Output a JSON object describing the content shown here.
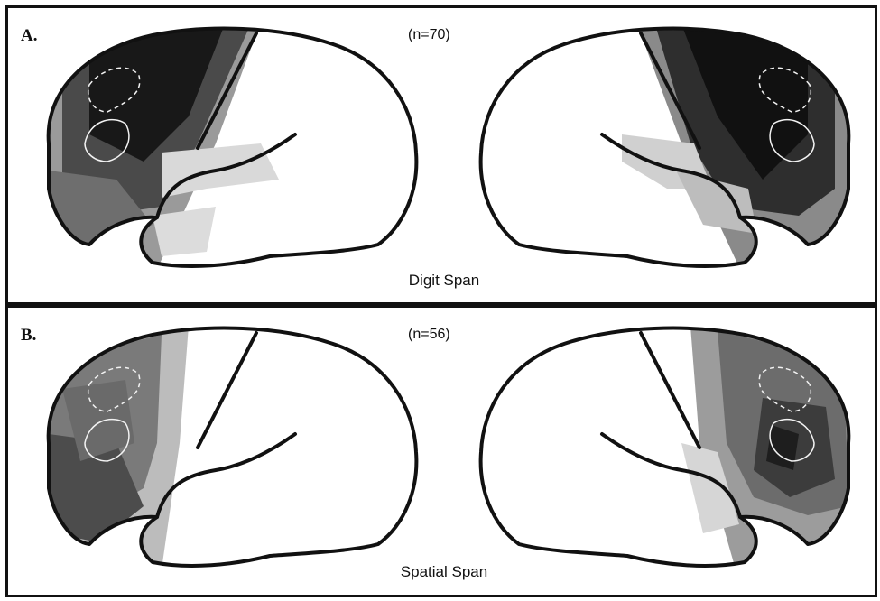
{
  "panels": [
    {
      "letter": "A.",
      "n_label": "(n=70)",
      "task": "Digit Span"
    },
    {
      "letter": "B.",
      "n_label": "(n=56)",
      "task": "Spatial Span"
    }
  ],
  "colors": {
    "frame": "#111111",
    "outline": "#111111",
    "lesion_dark": "#151515",
    "lesion_mid": "#5a5a5a",
    "lesion_light": "#c8c8c8"
  }
}
